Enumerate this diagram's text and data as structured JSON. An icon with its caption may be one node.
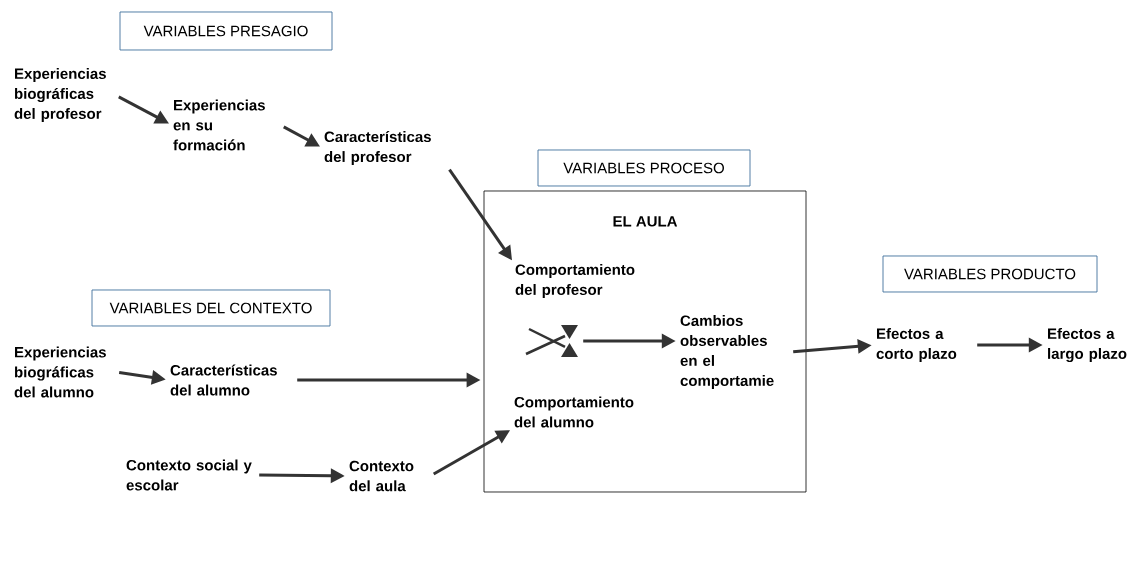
{
  "diagram": {
    "nodes": [
      {
        "text": [
          "VARIABLES  PRESAGIO"
        ]
      },
      {
        "text": [
          "Experiencias biográficas del profesor"
        ]
      },
      {
        "text": [
          "Experiencias en su formación"
        ]
      },
      {
        "text": [
          "Características del profesor"
        ]
      },
      {
        "text": [
          "VARIABLES  PROCESO"
        ]
      },
      {
        "text": [
          "EL AULA"
        ]
      },
      {
        "text": [
          "Comportamiento del profesor"
        ],
        "in": 5
      },
      {
        "text": [],
        "shape": "cross",
        "in": 5
      },
      {
        "text": [
          "Cambios observables en el comportamie"
        ],
        "in": 5
      },
      {
        "text": [
          "Comportamiento del alumno"
        ],
        "in": 5
      },
      {
        "text": [
          "VARIABLES  DEL CONTEXTO"
        ]
      },
      {
        "text": [
          "Experiencias biográficas del alumno"
        ]
      },
      {
        "text": [
          "Características del alumno"
        ]
      },
      {
        "text": [
          "Contexto social y escolar"
        ]
      },
      {
        "text": [
          "Contexto del aula"
        ]
      },
      {
        "text": [
          "VARIABLES  PRODUCTO"
        ]
      },
      {
        "text": [
          "Efectos a corto plazo"
        ]
      },
      {
        "text": [
          "Efectos a largo plazo"
        ]
      }
    ],
    "edges": [
      {
        "from": 1,
        "to": 2,
        "arrow": "to"
      },
      {
        "from": 2,
        "to": 3,
        "arrow": "to"
      },
      {
        "from": 3,
        "to": 6,
        "arrow": "to"
      },
      {
        "from": 11,
        "to": 12,
        "arrow": "to"
      },
      {
        "from": 12,
        "to": 5,
        "arrow": "to"
      },
      {
        "from": 13,
        "to": 14,
        "arrow": "to"
      },
      {
        "from": 14,
        "to": 9,
        "arrow": "to"
      },
      {
        "from": 7,
        "to": 8,
        "arrow": "to"
      },
      {
        "from": 8,
        "to": 16,
        "arrow": "to"
      },
      {
        "from": 16,
        "to": 17,
        "arrow": "to"
      }
    ]
  }
}
